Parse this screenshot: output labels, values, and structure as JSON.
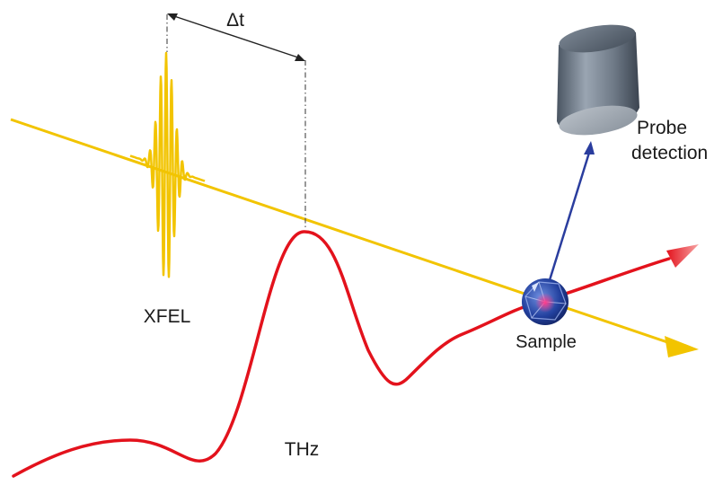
{
  "labels": {
    "delay": "Δt",
    "xfel": "XFEL",
    "thz": "THz",
    "sample": "Sample",
    "probe_line1": "Probe",
    "probe_line2": "detection"
  },
  "colors": {
    "xfel_beam": "#f2c400",
    "thz_wave": "#e3121c",
    "probe_arrow": "#2a3d9e",
    "detector": "#6f7a86",
    "sample": "#1f3c9a",
    "dash_line": "#555555"
  },
  "icons": {
    "detector": "cylinder-detector-icon",
    "sample": "crystal-sample-icon"
  }
}
